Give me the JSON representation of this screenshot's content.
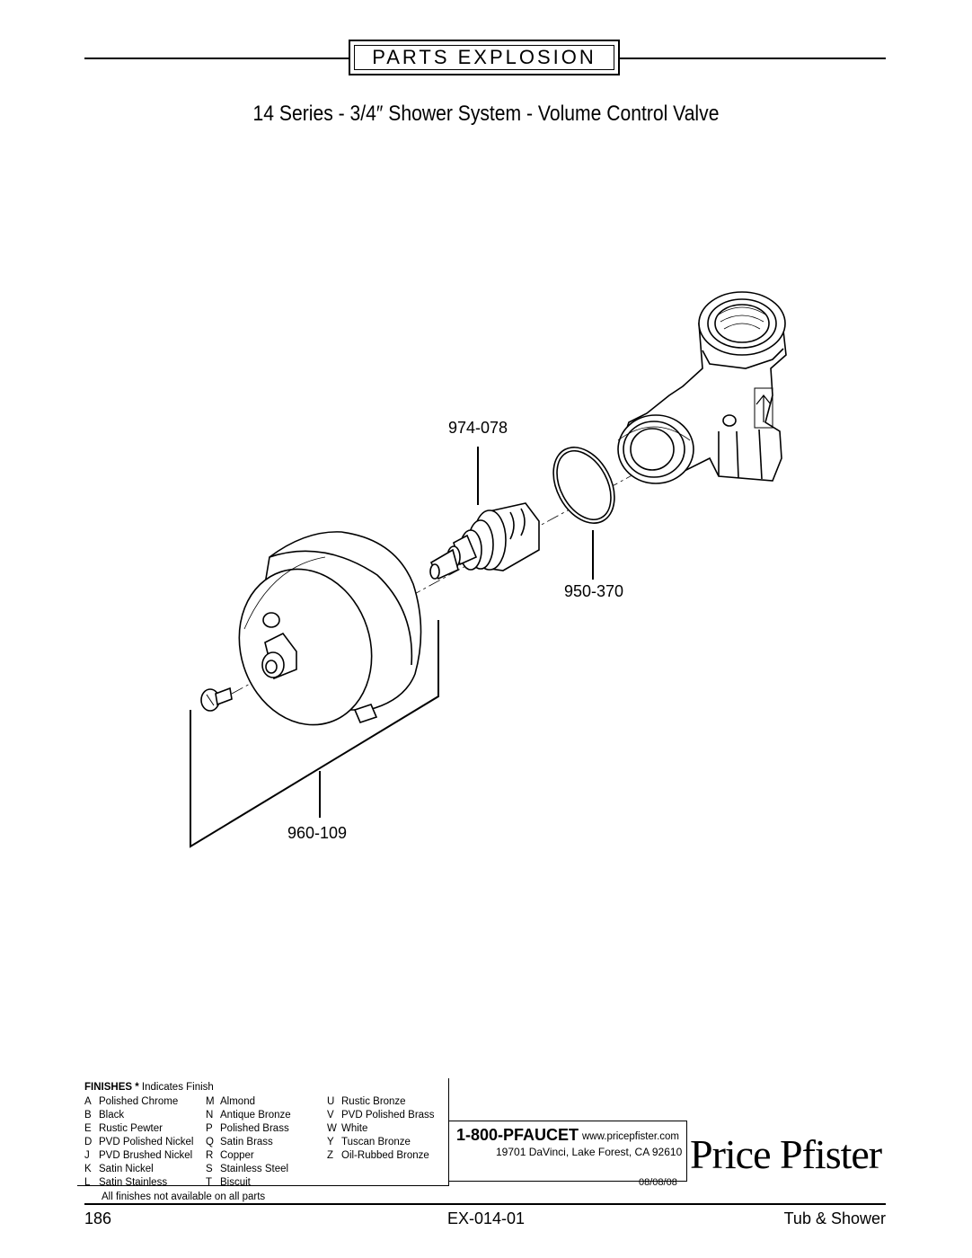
{
  "header": {
    "banner": "PARTS EXPLOSION",
    "title": "14 Series - 3/4″ Shower System - Volume Control Valve"
  },
  "parts": [
    {
      "part_number": "974-078",
      "description_icon": "cartridge"
    },
    {
      "part_number": "950-370",
      "description_icon": "o-ring"
    },
    {
      "part_number": "960-109",
      "description_icon": "trim-kit"
    }
  ],
  "finishes": {
    "heading_bold": "FINISHES *",
    "heading_rest": " Indicates Finish",
    "columns": [
      [
        {
          "code": "A",
          "name": "Polished Chrome"
        },
        {
          "code": "B",
          "name": "Black"
        },
        {
          "code": "E",
          "name": "Rustic Pewter"
        },
        {
          "code": "D",
          "name": "PVD Polished Nickel"
        },
        {
          "code": "J",
          "name": "PVD Brushed Nickel"
        },
        {
          "code": "K",
          "name": "Satin Nickel"
        },
        {
          "code": "L",
          "name": "Satin Stainless"
        }
      ],
      [
        {
          "code": "M",
          "name": "Almond"
        },
        {
          "code": "N",
          "name": "Antique Bronze"
        },
        {
          "code": "P",
          "name": "Polished Brass"
        },
        {
          "code": "Q",
          "name": "Satin Brass"
        },
        {
          "code": "R",
          "name": "Copper"
        },
        {
          "code": "S",
          "name": "Stainless Steel"
        },
        {
          "code": "T",
          "name": "Biscuit"
        }
      ],
      [
        {
          "code": "U",
          "name": "Rustic Bronze"
        },
        {
          "code": "V",
          "name": "PVD Polished Brass"
        },
        {
          "code": "W",
          "name": "White"
        },
        {
          "code": "Y",
          "name": "Tuscan Bronze"
        },
        {
          "code": "Z",
          "name": "Oil-Rubbed Bronze"
        }
      ]
    ],
    "note": "All finishes not available on all parts"
  },
  "contact": {
    "phone": "1-800-PFAUCET",
    "website": "www.pricepfister.com",
    "address": "19701 DaVinci, Lake Forest, CA  92610",
    "date": "08/08/08"
  },
  "brand": "Price Pfister",
  "footer": {
    "page_number": "186",
    "doc_code": "EX-014-01",
    "section": "Tub & Shower"
  }
}
